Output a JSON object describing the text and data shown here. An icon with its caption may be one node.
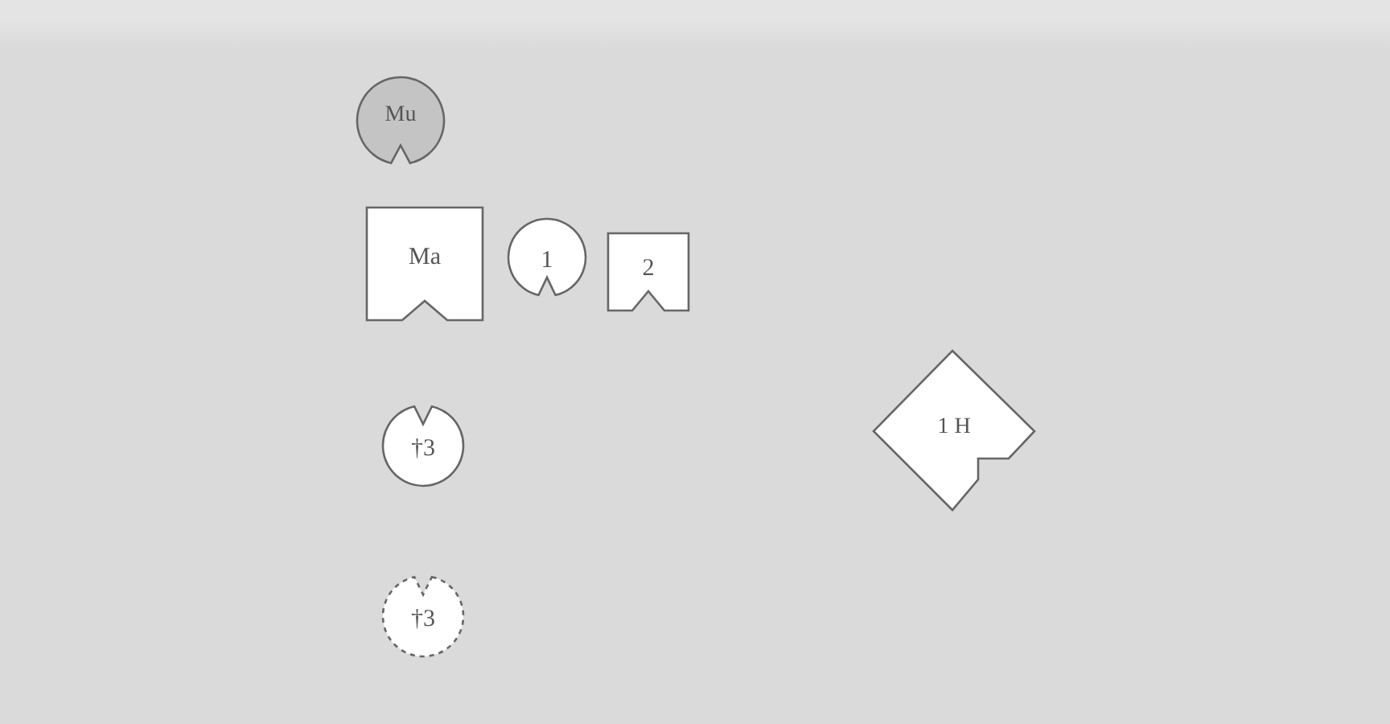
{
  "diagram": {
    "nodes": [
      {
        "text": [
          "Mu"
        ]
      },
      {
        "text": [
          "Ma"
        ]
      },
      {
        "text": [
          "1"
        ]
      },
      {
        "text": [
          "2"
        ]
      },
      {
        "text": [
          "†3"
        ]
      },
      {
        "text": [
          "†3"
        ]
      },
      {
        "text": [
          "1 H"
        ]
      }
    ]
  }
}
